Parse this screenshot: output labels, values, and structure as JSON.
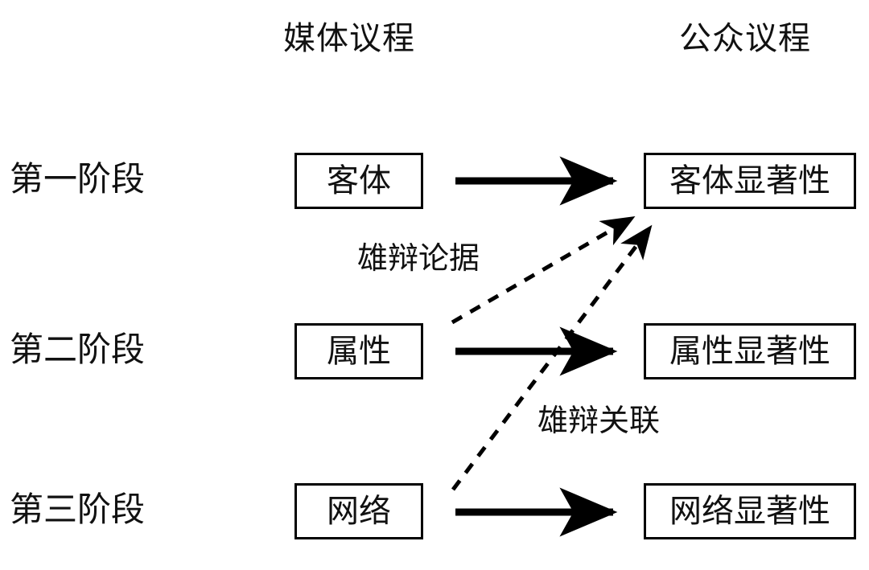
{
  "diagram": {
    "title": "Agenda Setting Three-Stage Model",
    "background_color": "#ffffff",
    "line_color": "#000000",
    "text_color": "#111111"
  },
  "columns": {
    "media_agenda": "媒体议程",
    "public_agenda": "公众议程"
  },
  "stages": [
    {
      "label": "第一阶段",
      "source": "客体",
      "target": "客体显著性"
    },
    {
      "label": "第二阶段",
      "source": "属性",
      "target": "属性显著性"
    },
    {
      "label": "第三阶段",
      "source": "网络",
      "target": "网络显著性"
    }
  ],
  "edges": {
    "solid": [
      {
        "from": "客体",
        "to": "客体显著性",
        "style": "solid-arrow"
      },
      {
        "from": "属性",
        "to": "属性显著性",
        "style": "solid-arrow"
      },
      {
        "from": "网络",
        "to": "网络显著性",
        "style": "solid-arrow"
      }
    ],
    "dashed": [
      {
        "label": "雄辩论据",
        "from": "属性",
        "to": "客体显著性",
        "style": "dashed-arrow"
      },
      {
        "label": "雄辩关联",
        "from": "网络",
        "to": "客体显著性",
        "style": "dashed-arrow"
      }
    ]
  }
}
